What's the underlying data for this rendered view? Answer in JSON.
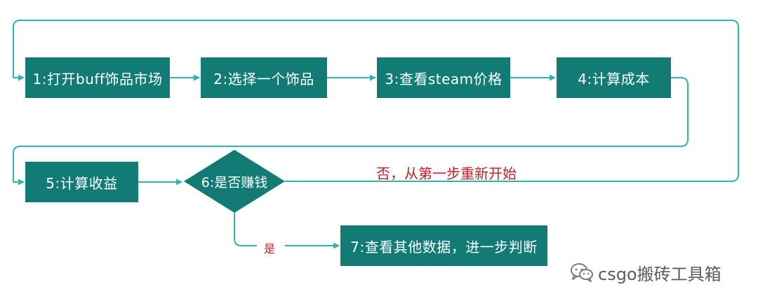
{
  "flowchart": {
    "nodes": {
      "n1": "1:打开buff饰品市场",
      "n2": "2:选择一个饰品",
      "n3": "3:查看steam价格",
      "n4": "4:计算成本",
      "n5": "5:计算收益",
      "n6": "6:是否赚钱",
      "n7": "7:查看其他数据，进一步判断"
    },
    "edge_labels": {
      "no": "否，从第一步重新开始",
      "yes": "是"
    }
  },
  "watermark": {
    "text": "csgo搬砖工具箱",
    "icon": "wechat-icon"
  },
  "colors": {
    "node_fill": "#127b75",
    "connector": "#2bb6ad",
    "label_red": "#c41d24",
    "watermark_text": "#5b5b5b"
  }
}
